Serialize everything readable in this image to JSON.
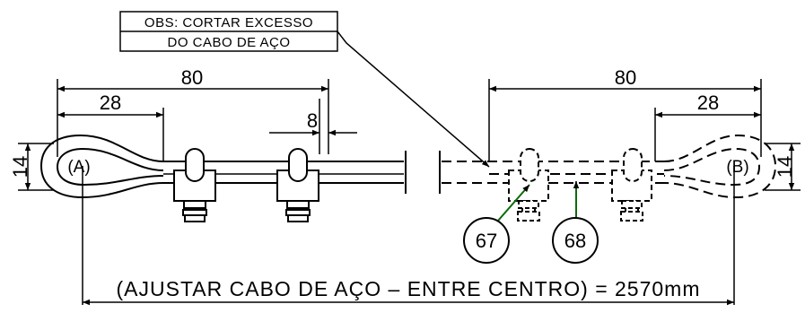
{
  "note": {
    "line1": "OBS: CORTAR EXCESSO",
    "line2": "DO CABO DE AÇO"
  },
  "dimensions": {
    "left_total": "80",
    "left_eye": "28",
    "left_clip_gap": "8",
    "left_height": "14",
    "right_total": "80",
    "right_eye": "28",
    "right_height": "14"
  },
  "points": {
    "left": "(A)",
    "right": "(B)"
  },
  "callouts": {
    "item_a": "67",
    "item_b": "68"
  },
  "footer": {
    "label": "(AJUSTAR CABO DE AÇO – ENTRE CENTRO) = 2570mm"
  }
}
